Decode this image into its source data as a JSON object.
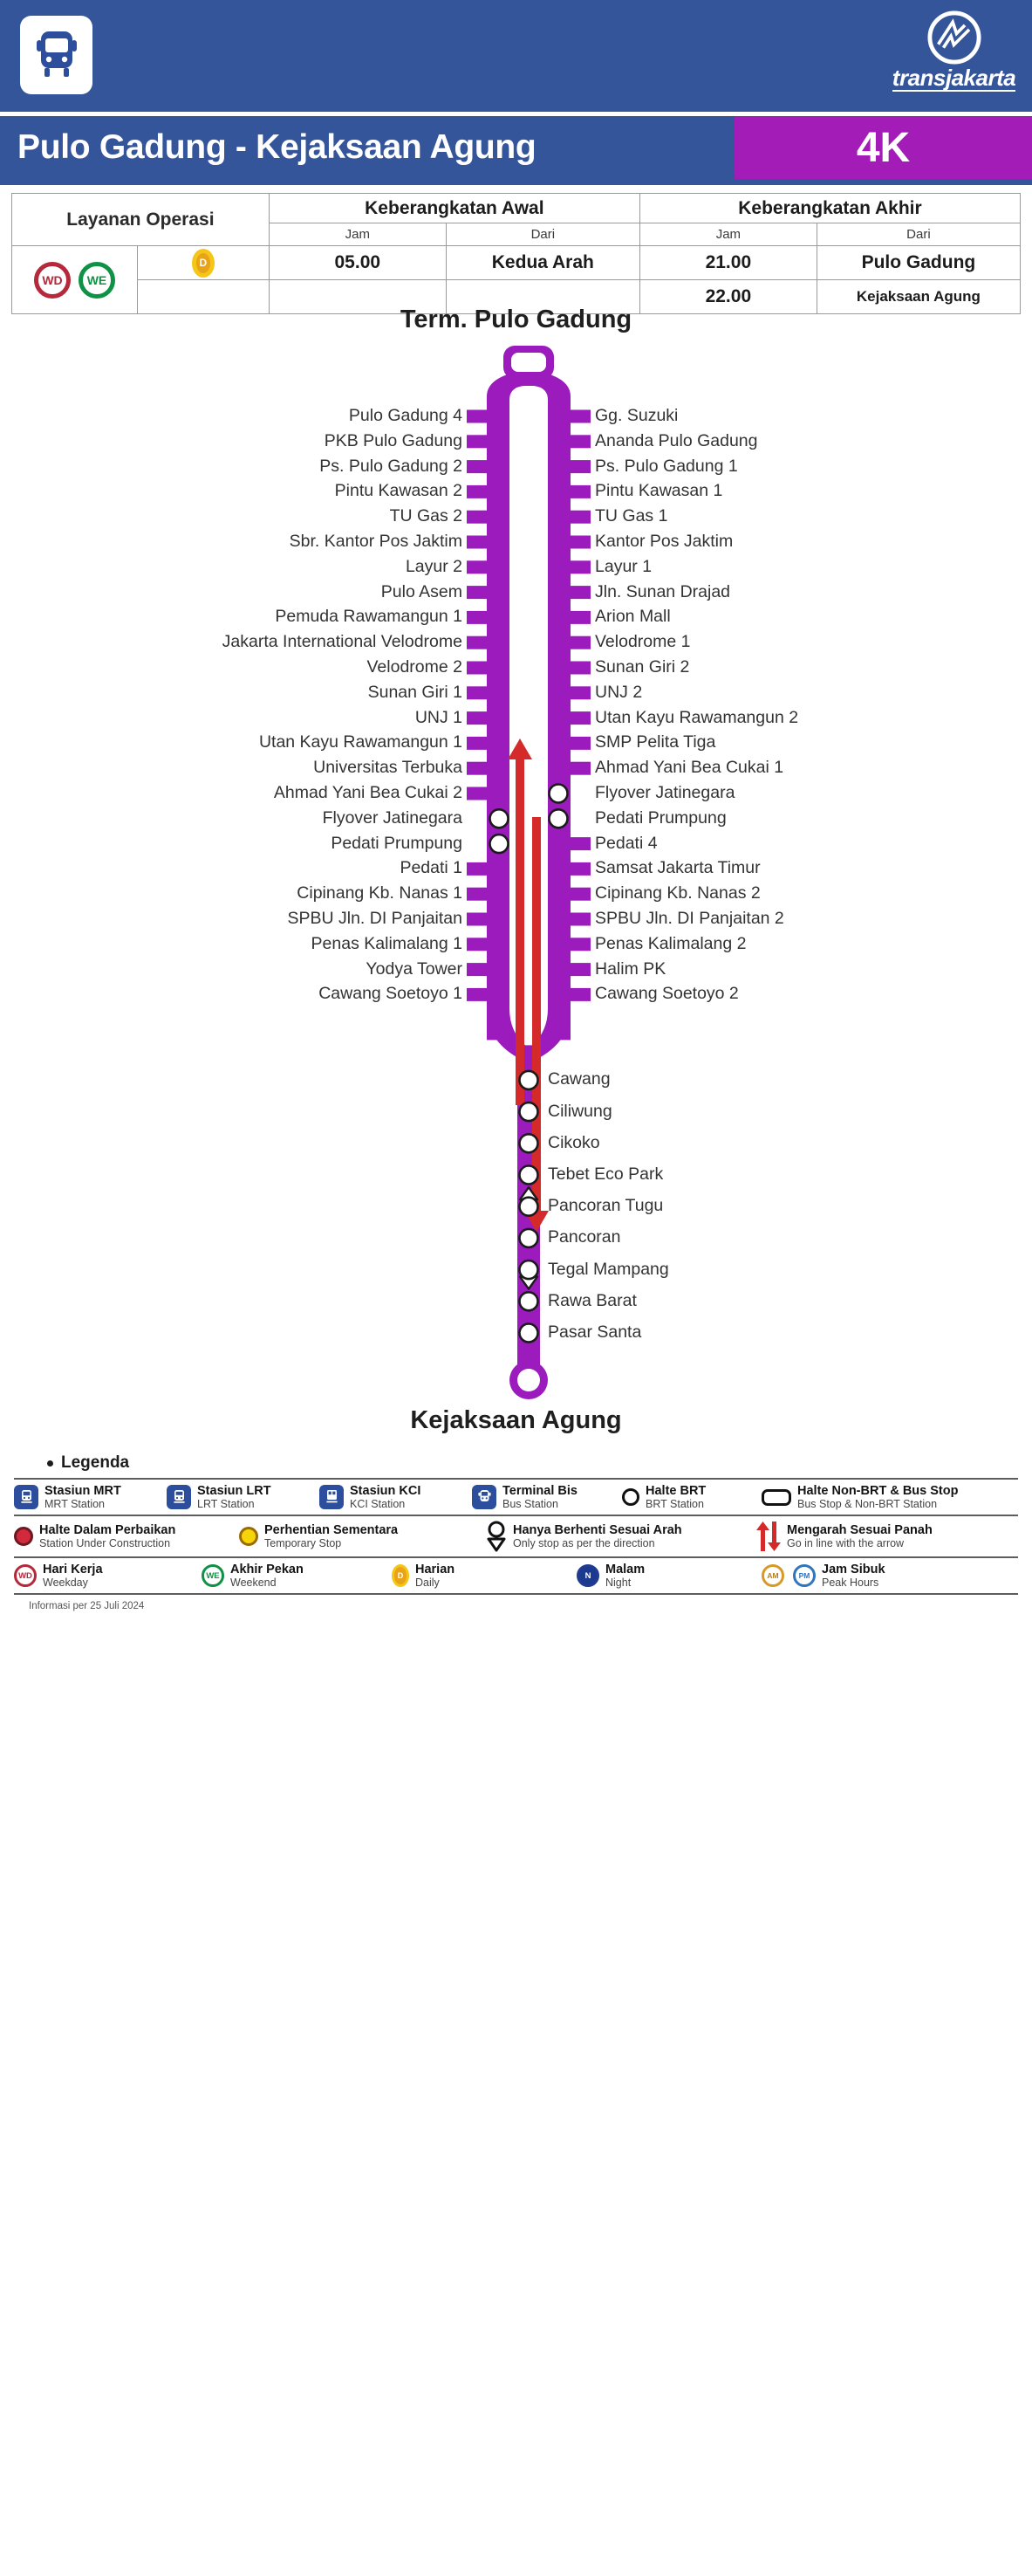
{
  "header": {
    "bus_icon": "bus-icon",
    "brand_logo": "transjakarta-logo",
    "brand_word": "transjakarta",
    "route_title": "Pulo Gadung - Kejaksaan Agung",
    "route_code": "4K",
    "colors": {
      "blue": "#35559b",
      "purple": "#a41cb8",
      "route_line": "#9b1bbd",
      "arrow_red": "#d42a2a"
    }
  },
  "ops_table": {
    "col_layanan": "Layanan Operasi",
    "col_awal": "Keberangkatan Awal",
    "col_akhir": "Keberangkatan Akhir",
    "sub_jam_awal": "Jam",
    "sub_dari_awal": "Dari",
    "sub_jam_akhir": "Jam",
    "sub_dari_akhir": "Dari",
    "badges": [
      "WD",
      "WE"
    ],
    "frequency_badge": "D",
    "rows": [
      {
        "jam_awal": "05.00",
        "dari_awal": "Kedua Arah",
        "jam_akhir": "21.00",
        "dari_akhir": "Pulo Gadung"
      },
      {
        "jam_awal": "",
        "dari_awal": "",
        "jam_akhir": "22.00",
        "dari_akhir": "Kejaksaan Agung"
      }
    ]
  },
  "route": {
    "terminus_top": "Term. Pulo Gadung",
    "terminus_bottom": "Kejaksaan Agung",
    "left_stops": [
      {
        "name": "Pulo Gadung 4",
        "marker": "tick"
      },
      {
        "name": "PKB Pulo Gadung",
        "marker": "tick"
      },
      {
        "name": "Ps. Pulo Gadung 2",
        "marker": "tick"
      },
      {
        "name": "Pintu Kawasan 2",
        "marker": "tick"
      },
      {
        "name": "TU Gas 2",
        "marker": "tick"
      },
      {
        "name": "Sbr. Kantor Pos Jaktim",
        "marker": "tick"
      },
      {
        "name": "Layur 2",
        "marker": "tick"
      },
      {
        "name": "Pulo Asem",
        "marker": "tick"
      },
      {
        "name": "Pemuda Rawamangun 1",
        "marker": "tick"
      },
      {
        "name": "Jakarta International Velodrome",
        "marker": "tick"
      },
      {
        "name": "Velodrome 2",
        "marker": "tick"
      },
      {
        "name": "Sunan Giri 1",
        "marker": "tick"
      },
      {
        "name": "UNJ 1",
        "marker": "tick"
      },
      {
        "name": "Utan Kayu Rawamangun 1",
        "marker": "tick"
      },
      {
        "name": "Universitas Terbuka",
        "marker": "tick"
      },
      {
        "name": "Ahmad Yani Bea Cukai 2",
        "marker": "tick"
      },
      {
        "name": "Flyover Jatinegara",
        "marker": "brt"
      },
      {
        "name": "Pedati Prumpung",
        "marker": "brt"
      },
      {
        "name": "Pedati 1",
        "marker": "tick"
      },
      {
        "name": "Cipinang Kb. Nanas 1",
        "marker": "tick"
      },
      {
        "name": "SPBU Jln. DI Panjaitan",
        "marker": "tick"
      },
      {
        "name": "Penas Kalimalang 1",
        "marker": "tick"
      },
      {
        "name": "Yodya Tower",
        "marker": "tick"
      },
      {
        "name": "Cawang Soetoyo 1",
        "marker": "tick"
      }
    ],
    "right_stops": [
      {
        "name": "Gg. Suzuki",
        "marker": "tick"
      },
      {
        "name": "Ananda Pulo Gadung",
        "marker": "tick"
      },
      {
        "name": "Ps. Pulo Gadung 1",
        "marker": "tick"
      },
      {
        "name": "Pintu Kawasan 1",
        "marker": "tick"
      },
      {
        "name": "TU Gas 1",
        "marker": "tick"
      },
      {
        "name": "Kantor Pos Jaktim",
        "marker": "tick"
      },
      {
        "name": "Layur 1",
        "marker": "tick"
      },
      {
        "name": "Jln. Sunan Drajad",
        "marker": "tick"
      },
      {
        "name": "Arion Mall",
        "marker": "tick"
      },
      {
        "name": "Velodrome 1",
        "marker": "tick"
      },
      {
        "name": "Sunan Giri 2",
        "marker": "tick"
      },
      {
        "name": "UNJ 2",
        "marker": "tick"
      },
      {
        "name": "Utan Kayu Rawamangun 2",
        "marker": "tick"
      },
      {
        "name": "SMP Pelita Tiga",
        "marker": "tick"
      },
      {
        "name": "Ahmad Yani Bea Cukai 1",
        "marker": "tick"
      },
      {
        "name": "Flyover Jatinegara",
        "marker": "brt"
      },
      {
        "name": "Pedati Prumpung",
        "marker": "brt"
      },
      {
        "name": "Pedati 4",
        "marker": "tick"
      },
      {
        "name": "Samsat Jakarta Timur",
        "marker": "tick"
      },
      {
        "name": "Cipinang Kb. Nanas 2",
        "marker": "tick"
      },
      {
        "name": "SPBU Jln. DI Panjaitan 2",
        "marker": "tick"
      },
      {
        "name": "Penas Kalimalang 2",
        "marker": "tick"
      },
      {
        "name": "Halim PK",
        "marker": "tick"
      },
      {
        "name": "Cawang Soetoyo 2",
        "marker": "tick"
      }
    ],
    "trunk_stops": [
      {
        "name": "Cawang",
        "marker": "brt"
      },
      {
        "name": "Ciliwung",
        "marker": "brt"
      },
      {
        "name": "Cikoko",
        "marker": "brt"
      },
      {
        "name": "Tebet Eco Park",
        "marker": "brt"
      },
      {
        "name": "Pancoran Tugu",
        "marker": "brt-up"
      },
      {
        "name": "Pancoran",
        "marker": "brt"
      },
      {
        "name": "Tegal Mampang",
        "marker": "brt-down"
      },
      {
        "name": "Rawa Barat",
        "marker": "brt"
      },
      {
        "name": "Pasar Santa",
        "marker": "brt"
      }
    ]
  },
  "legend": {
    "title": "Legenda",
    "row1": [
      {
        "icon": "mrt-station-icon",
        "t1": "Stasiun MRT",
        "t2": "MRT Station"
      },
      {
        "icon": "lrt-station-icon",
        "t1": "Stasiun LRT",
        "t2": "LRT Station"
      },
      {
        "icon": "kci-station-icon",
        "t1": "Stasiun KCI",
        "t2": "KCI Station"
      },
      {
        "icon": "bus-terminal-icon",
        "t1": "Terminal Bis",
        "t2": "Bus Station"
      },
      {
        "icon": "brt-circle-icon",
        "t1": "Halte BRT",
        "t2": "BRT Station"
      },
      {
        "icon": "non-brt-rect-icon",
        "t1": "Halte Non-BRT & Bus Stop",
        "t2": "Bus Stop & Non-BRT Station"
      }
    ],
    "row2": [
      {
        "icon": "under-construction-icon",
        "t1": "Halte Dalam Perbaikan",
        "t2": "Station Under Construction"
      },
      {
        "icon": "temporary-stop-icon",
        "t1": "Perhentian Sementara",
        "t2": "Temporary Stop"
      },
      {
        "icon": "directional-stop-icon",
        "t1": "Hanya Berhenti Sesuai Arah",
        "t2": "Only stop as per the direction"
      },
      {
        "icon": "arrow-direction-icon",
        "t1": "Mengarah Sesuai Panah",
        "t2": "Go in line with the arrow"
      }
    ],
    "row3": [
      {
        "icon": "wd-badge-icon",
        "t1": "Hari Kerja",
        "t2": "Weekday"
      },
      {
        "icon": "we-badge-icon",
        "t1": "Akhir Pekan",
        "t2": "Weekend"
      },
      {
        "icon": "d-badge-icon",
        "t1": "Harian",
        "t2": "Daily"
      },
      {
        "icon": "n-badge-icon",
        "t1": "Malam",
        "t2": "Night"
      },
      {
        "icon": "ampm-badge-icon",
        "t1": "Jam Sibuk",
        "t2": "Peak Hours"
      }
    ],
    "footer": "Informasi per 25 Juli 2024"
  }
}
